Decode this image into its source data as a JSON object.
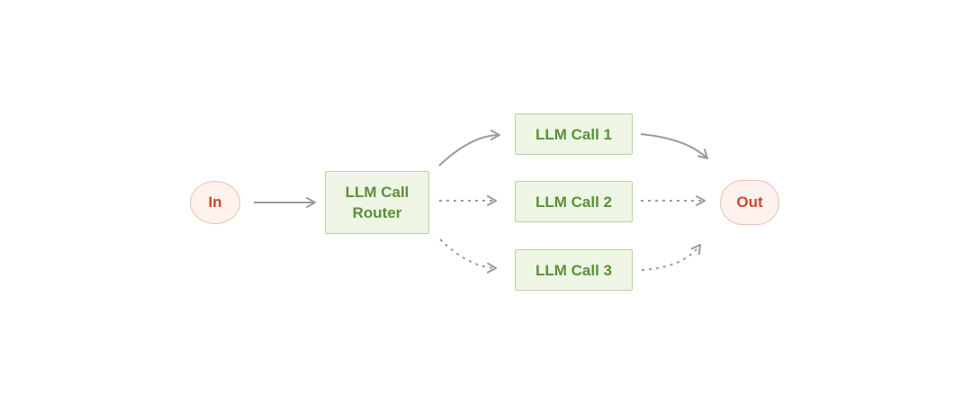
{
  "diagram": {
    "nodes": {
      "input": {
        "label": "In",
        "shape": "ellipse"
      },
      "router": {
        "label": "LLM Call\nRouter",
        "shape": "rectangle"
      },
      "call1": {
        "label": "LLM Call 1",
        "shape": "rectangle"
      },
      "call2": {
        "label": "LLM Call 2",
        "shape": "rectangle"
      },
      "call3": {
        "label": "LLM Call 3",
        "shape": "rectangle"
      },
      "output": {
        "label": "Out",
        "shape": "pill"
      }
    },
    "edges": [
      {
        "from": "In",
        "to": "LLM Call Router",
        "style": "solid"
      },
      {
        "from": "LLM Call Router",
        "to": "LLM Call 1",
        "style": "solid"
      },
      {
        "from": "LLM Call Router",
        "to": "LLM Call 2",
        "style": "dashed"
      },
      {
        "from": "LLM Call Router",
        "to": "LLM Call 3",
        "style": "dashed"
      },
      {
        "from": "LLM Call 1",
        "to": "Out",
        "style": "solid"
      },
      {
        "from": "LLM Call 2",
        "to": "Out",
        "style": "dashed"
      },
      {
        "from": "LLM Call 3",
        "to": "Out",
        "style": "dashed"
      }
    ],
    "colors": {
      "background": "#ffffff",
      "green_fill": "#eef5e4",
      "green_border": "#bad39b",
      "green_text": "#5b8f39",
      "pink_fill": "#fdf2ee",
      "pink_border": "#ecc0ae",
      "red_text": "#c7492e",
      "arrow_gray": "#9b9b9b"
    }
  }
}
